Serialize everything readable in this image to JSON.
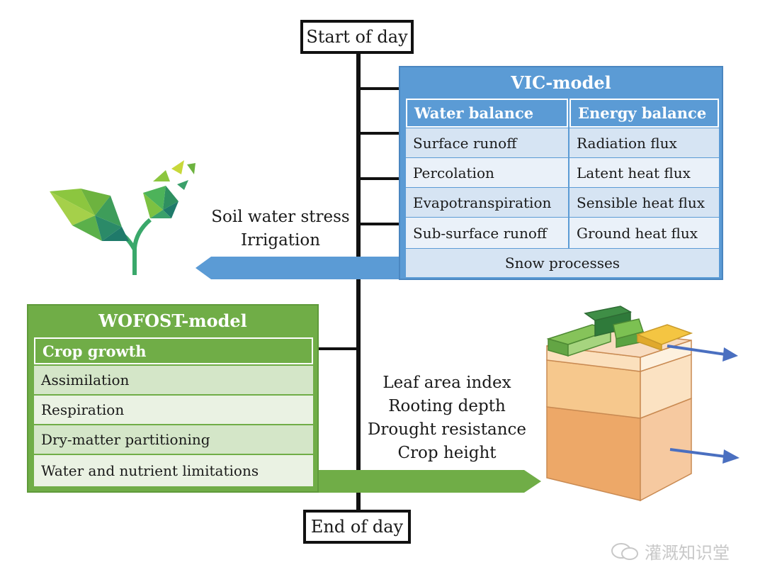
{
  "timeline": {
    "start_label": "Start of day",
    "end_label": "End of day"
  },
  "vic_model": {
    "title": "VIC-model",
    "headers": [
      "Water balance",
      "Energy balance"
    ],
    "rows": [
      [
        "Surface runoff",
        "Radiation flux"
      ],
      [
        "Percolation",
        "Latent heat flux"
      ],
      [
        "Evapotranspiration",
        "Sensible heat flux"
      ],
      [
        "Sub-surface runoff",
        "Ground heat flux"
      ]
    ],
    "footer": "Snow processes",
    "color": "#5b9bd5"
  },
  "wofost_model": {
    "title": "WOFOST-model",
    "header": "Crop growth",
    "items": [
      "Assimilation",
      "Respiration",
      "Dry-matter partitioning",
      "Water and nutrient limitations"
    ],
    "color": "#70ad47"
  },
  "vic_to_wofost": {
    "lines": [
      "Soil water stress",
      "Irrigation"
    ],
    "arrow_color": "#5b9bd5"
  },
  "wofost_to_vic": {
    "lines": [
      "Leaf area index",
      "Rooting depth",
      "Drought resistance",
      "Crop height"
    ],
    "arrow_color": "#70ad47"
  },
  "icons": {
    "plant": "plant-icon",
    "soil": "soil-block-icon"
  },
  "watermark": "灌溉知识堂"
}
